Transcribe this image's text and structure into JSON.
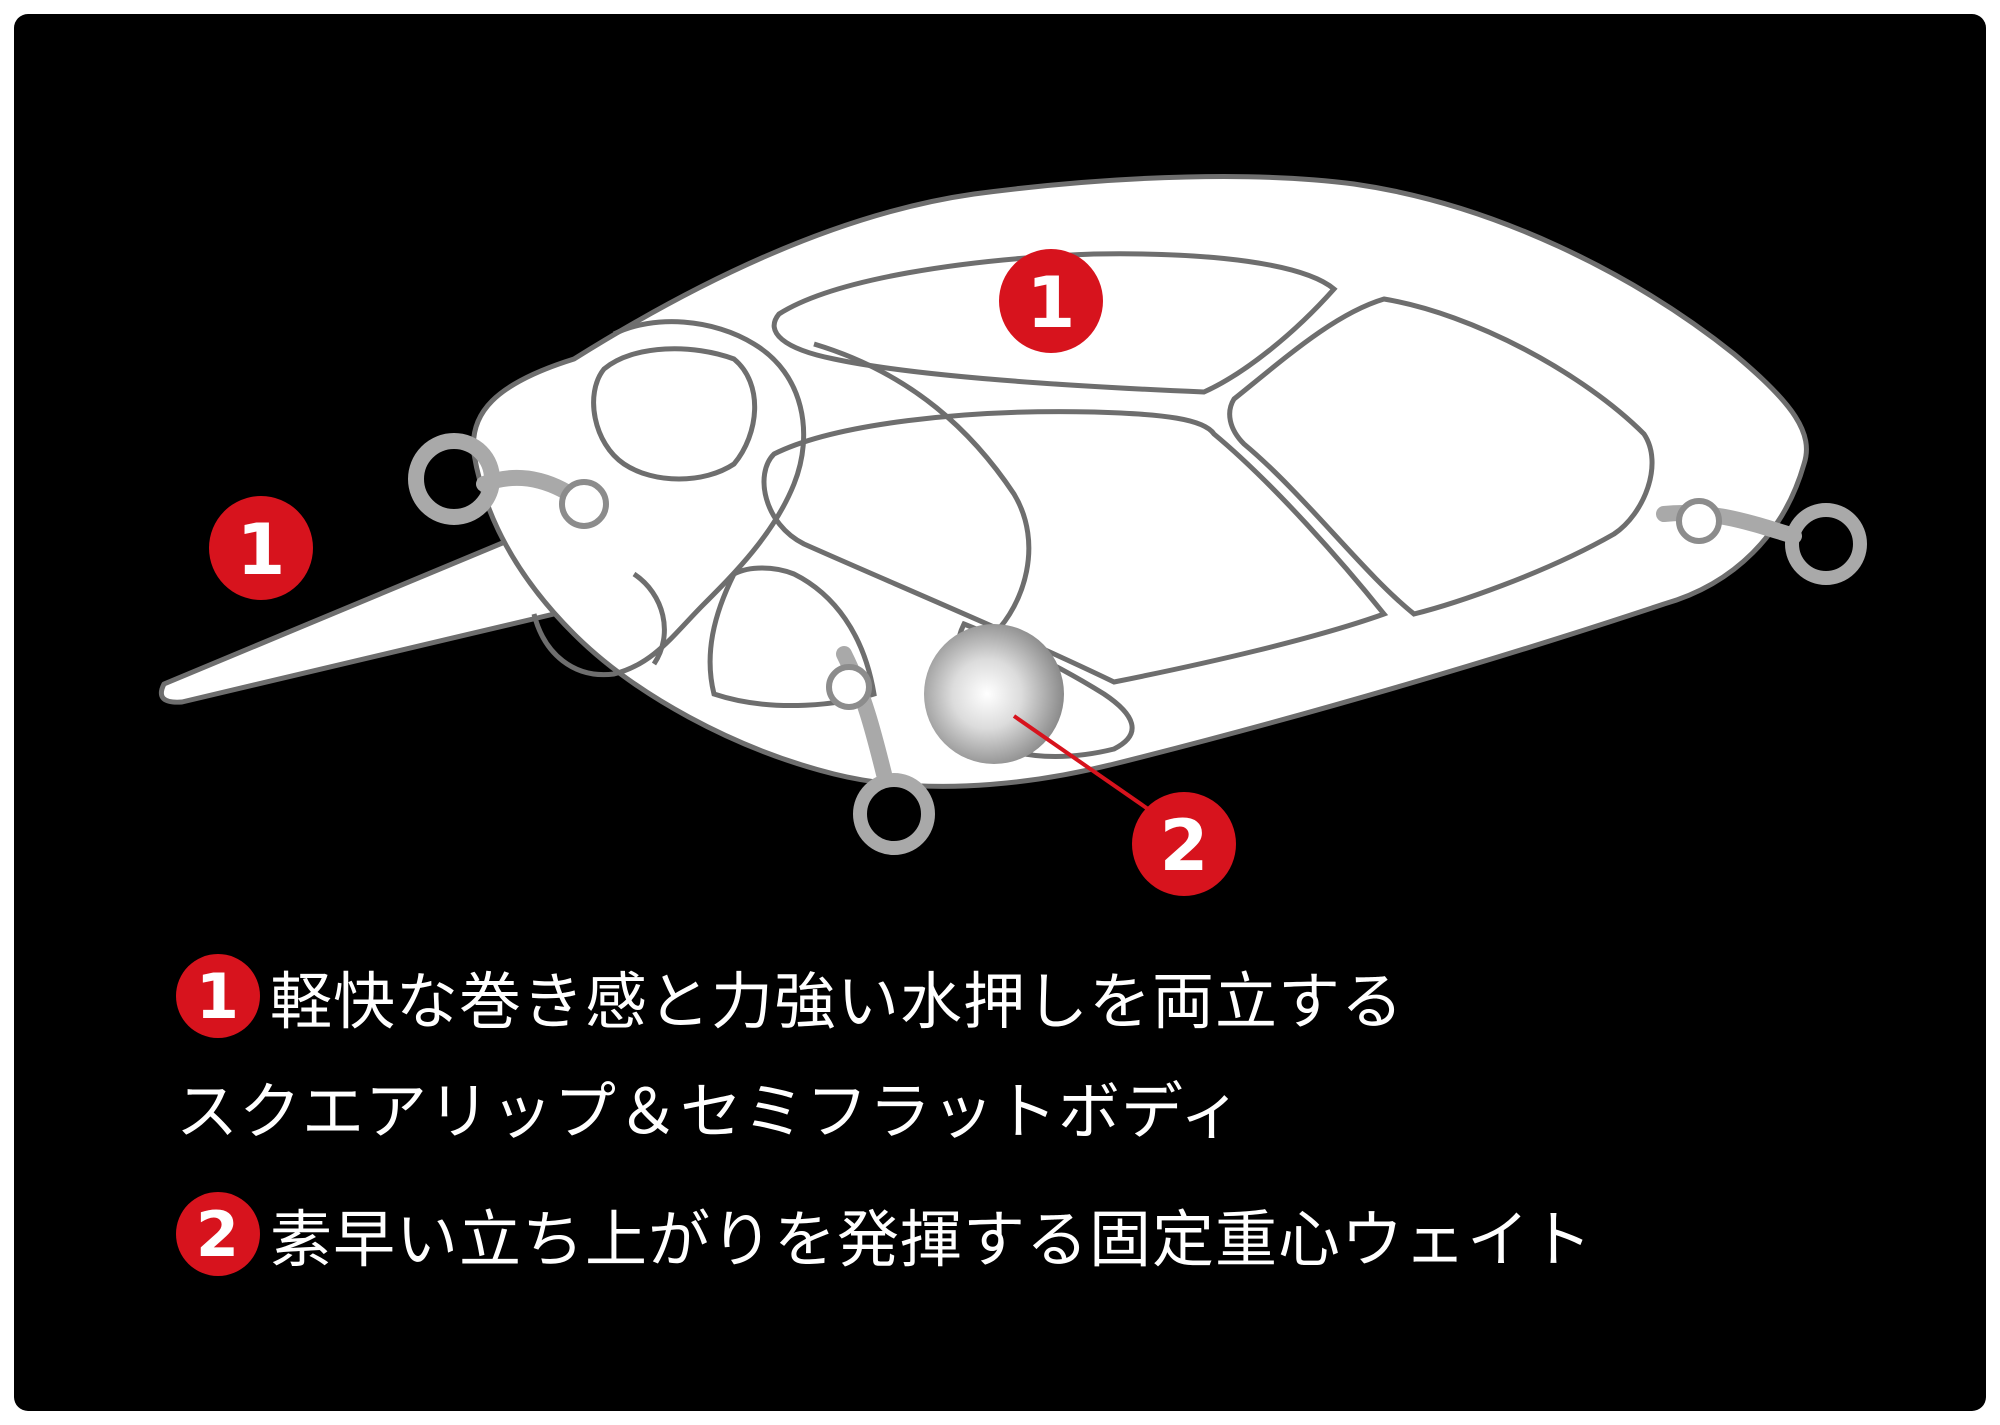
{
  "colors": {
    "background": "#000000",
    "lure_fill": "#ffffff",
    "lure_outline": "#6e6e6e",
    "marker_red": "#d7131d",
    "text": "#ffffff"
  },
  "markers": {
    "lip_marker": "1",
    "body_marker": "1",
    "weight_marker": "2"
  },
  "legend": {
    "item1": {
      "number": "1",
      "line1": "軽快な巻き感と力強い水押しを両立する",
      "line2": "スクエアリップ＆セミフラットボディ"
    },
    "item2": {
      "number": "2",
      "line1": "素早い立ち上がりを発揮する固定重心ウェイト"
    }
  }
}
